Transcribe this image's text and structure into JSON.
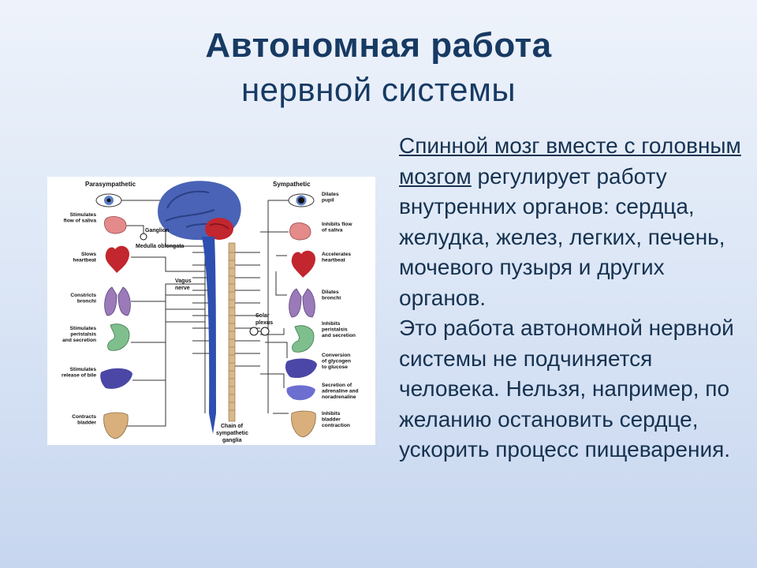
{
  "slide": {
    "title_line1": "Автономная работа",
    "title_line2": "нервной системы"
  },
  "body": {
    "underlined": "Спинной мозг вместе с головным мозгом",
    "rest": " регулирует работу внутренних органов: сердца, желудка, желез, легких, печень, мочевого пузыря и других органов.",
    "second": "Это работа автономной нервной системы не подчиняется человека. Нельзя, например, по желанию остановить сердце, ускорить процесс пищеварения."
  },
  "diagram": {
    "header_left": "Parasympathetic",
    "header_right": "Sympathetic",
    "center_labels": {
      "ganglion": "Ganglion",
      "medulla": "Medulla oblongata",
      "vagus_1": "Vagus",
      "vagus_2": "nerve",
      "solar_1": "Solar",
      "solar_2": "plexus",
      "chain_1": "Chain of",
      "chain_2": "sympathetic",
      "chain_3": "ganglia"
    },
    "left_labels": [
      [
        "Stimulates",
        "flow of saliva"
      ],
      [
        "Slows",
        "heartbeat"
      ],
      [
        "Constricts",
        "bronchi"
      ],
      [
        "Stimulates",
        "peristalsis",
        "and secretion"
      ],
      [
        "Stimulates",
        "release of bile"
      ],
      [
        "Contracts",
        "bladder"
      ]
    ],
    "right_labels": [
      [
        "Dilates",
        "pupil"
      ],
      [
        "Inhibits flow",
        "of saliva"
      ],
      [
        "Accelerates",
        "heartbeat"
      ],
      [
        "Dilates",
        "bronchi"
      ],
      [
        "Inhibits",
        "peristalsis",
        "and secretion"
      ],
      [
        "Conversion",
        "of glycogen",
        "to glucose"
      ],
      [
        "Secretion of",
        "adrenaline and",
        "noradrenaline"
      ],
      [
        "Inhibits",
        "bladder",
        "contraction"
      ]
    ],
    "colors": {
      "brain": "#4a63b6",
      "spine": "#2d4fb0",
      "cord": "#d9b98a",
      "heart": "#c2262e",
      "lung": "#9a7ab8",
      "stomach": "#7fbf8e",
      "liver": "#4b47a6",
      "bladder": "#d9b07c",
      "eye": "#5b7fc7",
      "gland": "#e58a8a"
    }
  }
}
